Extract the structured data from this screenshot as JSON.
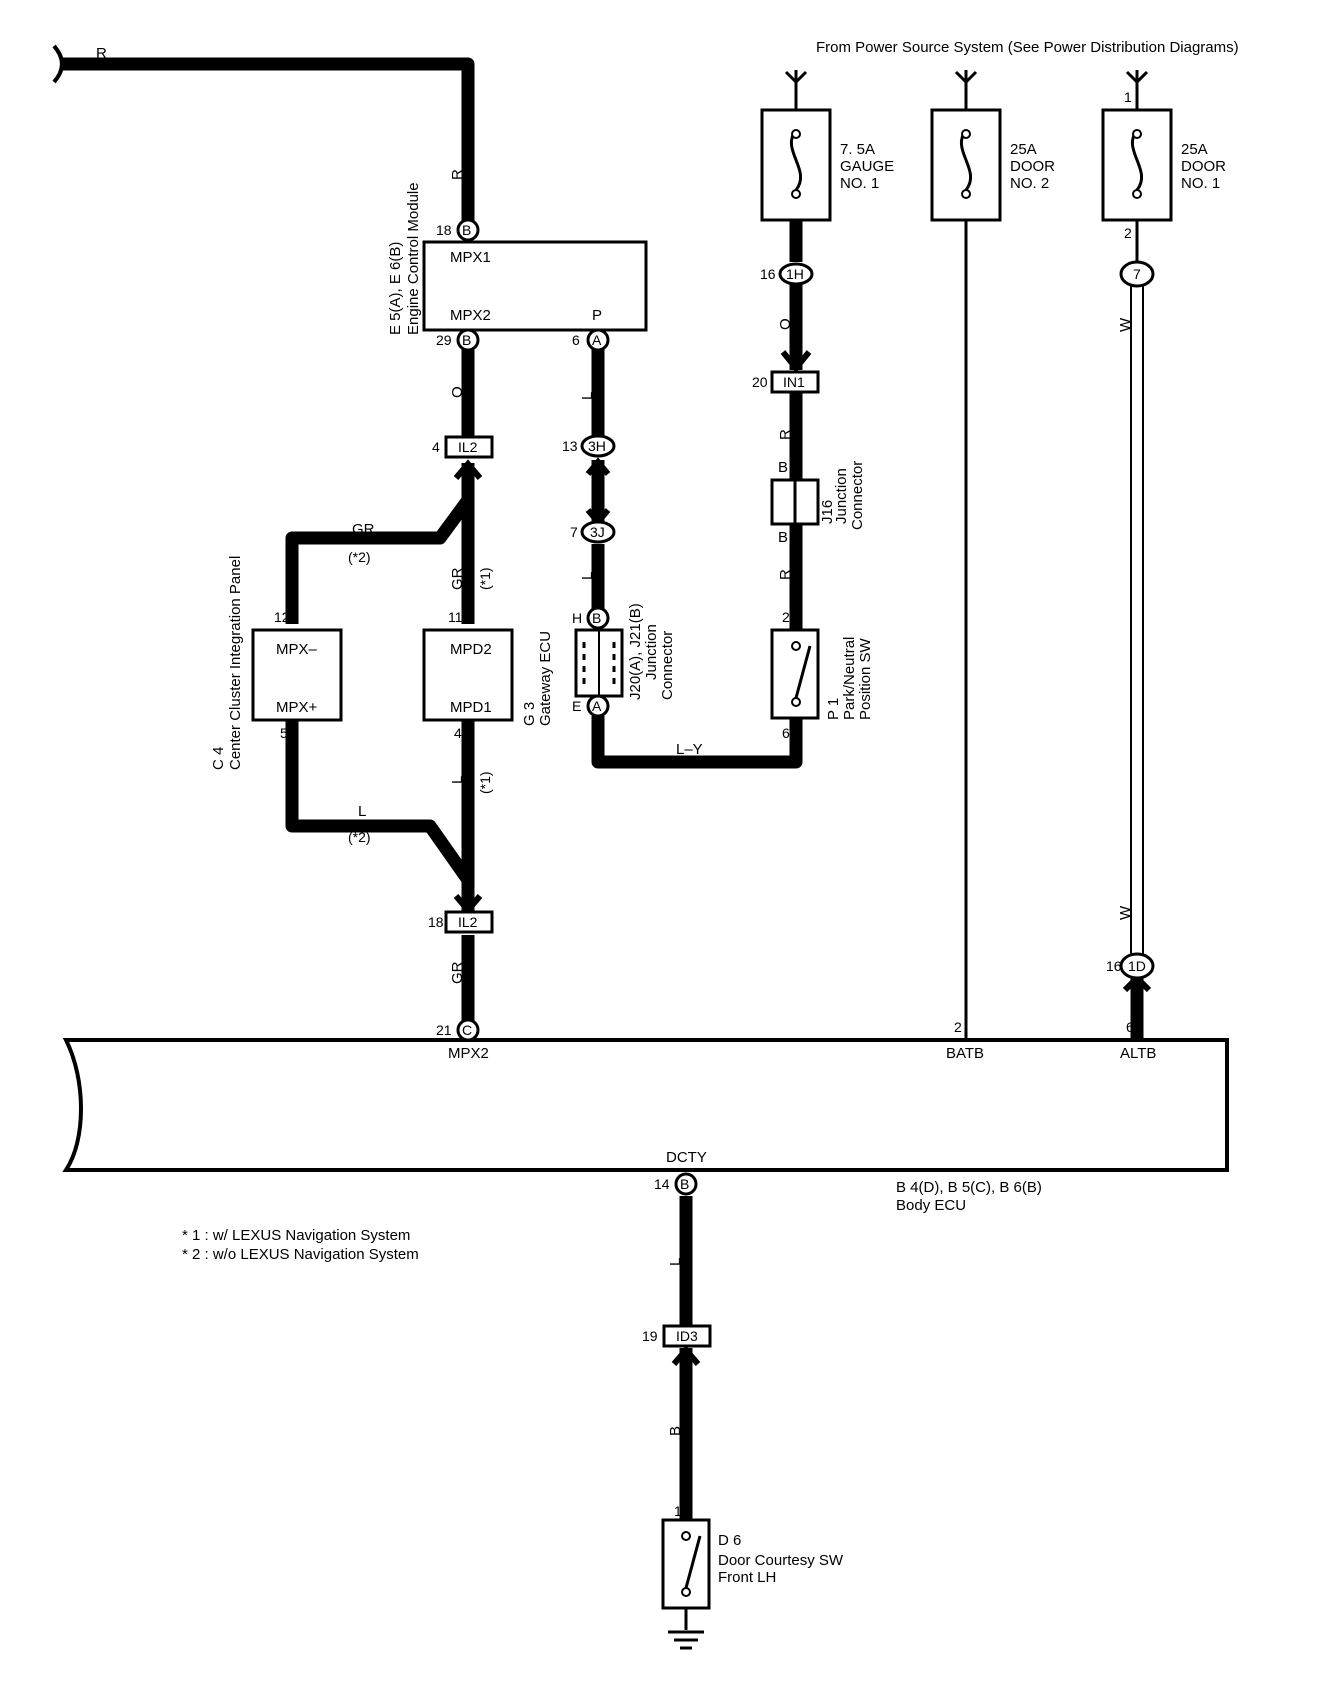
{
  "header": {
    "power_source": "From Power Source System (See Power Distribution Diagrams)"
  },
  "fuses": [
    {
      "label": [
        "7. 5A",
        "GAUGE",
        "NO. 1"
      ]
    },
    {
      "label": [
        "25A",
        "DOOR",
        "NO. 2"
      ]
    },
    {
      "label": [
        "25A",
        "DOOR",
        "NO. 1"
      ],
      "pin_top": "1",
      "pin_bottom": "2"
    }
  ],
  "components": {
    "ecm": {
      "ref": "E 5(A), E 6(B)",
      "name": "Engine Control Module",
      "t1": "MPX1",
      "t2": "MPX2",
      "t3": "P"
    },
    "cluster": {
      "ref": "C 4",
      "name": "Center Cluster Integration Panel",
      "t1": "MPX–",
      "t2": "MPX+"
    },
    "gateway": {
      "ref": "G 3",
      "name": "Gateway ECU",
      "t1": "MPD2",
      "t2": "MPD1"
    },
    "jconn": {
      "ref": "J20(A), J21(B)",
      "name1": "Junction",
      "name2": "Connector"
    },
    "j16": {
      "ref": "J16",
      "name1": "Junction",
      "name2": "Connector"
    },
    "park": {
      "ref": "P 1",
      "name1": "Park/Neutral",
      "name2": "Position SW"
    },
    "body": {
      "ref": "B 4(D), B 5(C), B 6(B)",
      "name": "Body ECU",
      "t_mpx": "MPX2",
      "t_batb": "BATB",
      "t_altb": "ALTB",
      "t_dcty": "DCTY"
    },
    "door": {
      "ref": "D 6",
      "name1": "Door Courtesy SW",
      "name2": "Front LH"
    }
  },
  "wire_colors": {
    "r_top": "R",
    "r_vert": "R",
    "o1": "O",
    "gr_left": "GR",
    "gr_mid": "GR",
    "l_left": "L",
    "l_mid": "L",
    "gr_low": "GR",
    "l_ecm": "L",
    "l_3j": "L",
    "ly": "L–Y",
    "o2": "O",
    "r1": "R",
    "b1": "B",
    "b2": "B",
    "r2": "R",
    "w1": "W",
    "w2": "W",
    "l_door": "L",
    "b_door": "B"
  },
  "notes_marks": {
    "n2a": "(*2)",
    "n1a": "(*1)",
    "n1b": "(*1)",
    "n2b": "(*2)"
  },
  "connectors": {
    "ecm_b": "B",
    "ecm_b2": "B",
    "ecm_a": "A",
    "il2_top": "IL2",
    "il2_bot": "IL2",
    "c3h": "3H",
    "c3j": "3J",
    "jb": "B",
    "ja": "A",
    "c1h": "1H",
    "in1": "IN1",
    "c7": "7",
    "c1d": "1D",
    "body_c": "C",
    "body_b": "B",
    "id3": "ID3"
  },
  "pins": {
    "p18": "18",
    "p29": "29",
    "p6": "6",
    "p4": "4",
    "p13": "13",
    "p7": "7",
    "pH": "H",
    "pE": "E",
    "p12": "12",
    "p11": "11",
    "p5": "5",
    "p4b": "4",
    "p18b": "18",
    "p21": "21",
    "p16": "16",
    "p20": "20",
    "p2": "2",
    "p6b": "6",
    "p16b": "16",
    "p2b": "2",
    "p6c": "6",
    "p14": "14",
    "p19": "19",
    "p1": "1"
  },
  "notes": [
    "*  1 : w/ LEXUS Navigation System",
    "*  2 : w/o LEXUS Navigation System"
  ]
}
